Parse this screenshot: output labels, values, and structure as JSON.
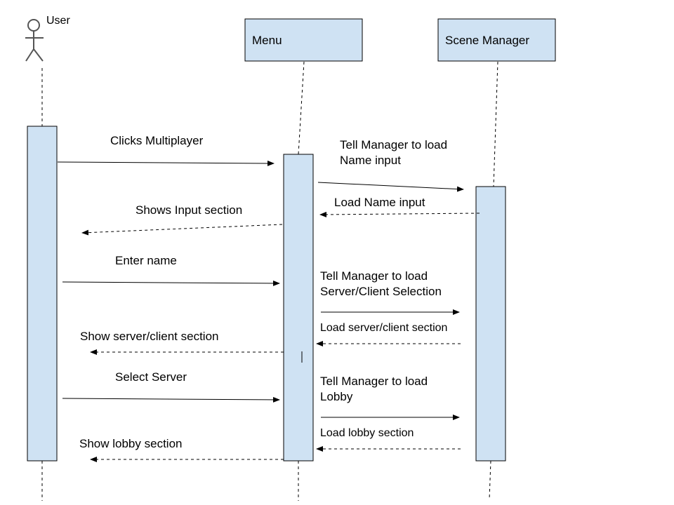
{
  "diagram": {
    "actor": {
      "name": "User"
    },
    "lifelines": [
      {
        "name": "Menu"
      },
      {
        "name": "Scene Manager"
      }
    ],
    "messages": [
      {
        "text": "Clicks Multiplayer"
      },
      {
        "line1": "Tell Manager to load",
        "line2": "Name input"
      },
      {
        "text": "Load Name input"
      },
      {
        "text": "Shows Input section"
      },
      {
        "text": "Enter name"
      },
      {
        "line1": "Tell Manager to load",
        "line2": "Server/Client Selection"
      },
      {
        "text": "Load server/client section"
      },
      {
        "text": "Show server/client section"
      },
      {
        "text": "Select Server"
      },
      {
        "line1": "Tell Manager to load",
        "line2": "Lobby"
      },
      {
        "text": "Load lobby section"
      },
      {
        "text": "Show lobby section"
      }
    ],
    "colors": {
      "box_fill": "#cfe2f3",
      "stroke": "#000000"
    }
  }
}
